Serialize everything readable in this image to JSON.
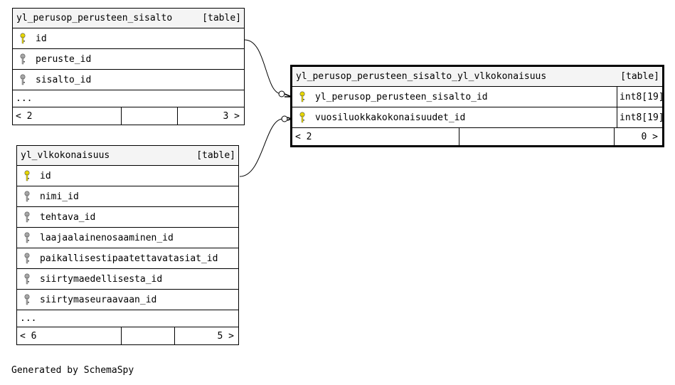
{
  "tables": {
    "sisalto": {
      "name": "yl_perusop_perusteen_sisalto",
      "kind": "[table]",
      "columns": [
        {
          "name": "id",
          "key": "primary"
        },
        {
          "name": "peruste_id",
          "key": "foreign"
        },
        {
          "name": "sisalto_id",
          "key": "foreign"
        }
      ],
      "more": "...",
      "children": "< 2",
      "parents": "3 >"
    },
    "join": {
      "name": "yl_perusop_perusteen_sisalto_yl_vlkokonaisuus",
      "kind": "[table]",
      "columns": [
        {
          "name": "yl_perusop_perusteen_sisalto_id",
          "type": "int8[19]",
          "key": "primary"
        },
        {
          "name": "vuosiluokkakokonaisuudet_id",
          "type": "int8[19]",
          "key": "primary"
        }
      ],
      "children": "< 2",
      "parents": "0 >"
    },
    "vlk": {
      "name": "yl_vlkokonaisuus",
      "kind": "[table]",
      "columns": [
        {
          "name": "id",
          "key": "primary"
        },
        {
          "name": "nimi_id",
          "key": "foreign"
        },
        {
          "name": "tehtava_id",
          "key": "foreign"
        },
        {
          "name": "laajaalainenosaaminen_id",
          "key": "foreign"
        },
        {
          "name": "paikallisestipaatettavatasiat_id",
          "key": "foreign"
        },
        {
          "name": "siirtymaedellisesta_id",
          "key": "foreign"
        },
        {
          "name": "siirtymaseuraavaan_id",
          "key": "foreign"
        }
      ],
      "more": "...",
      "children": "< 6",
      "parents": "5 >"
    }
  },
  "footer": "Generated by SchemaSpy",
  "colors": {
    "primary_key": "#e8d800",
    "foreign_key": "#a6a6a6",
    "header_bg": "#f4f4f4"
  }
}
